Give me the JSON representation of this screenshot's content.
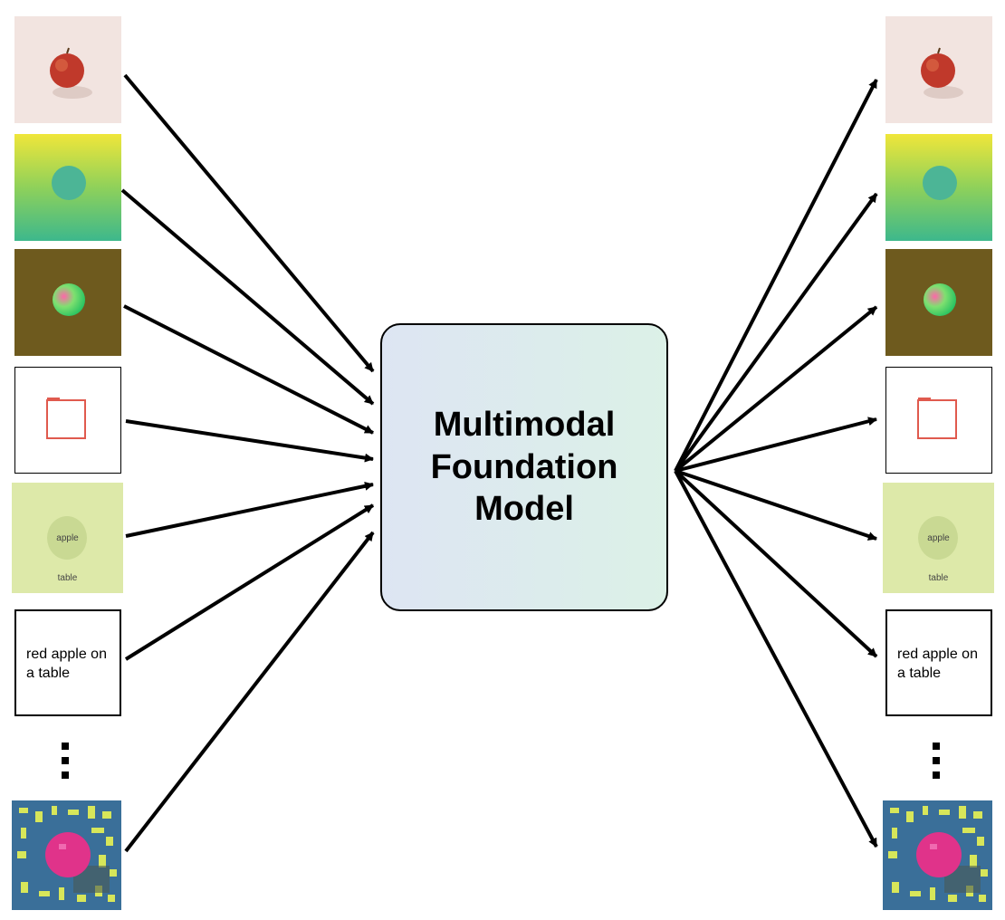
{
  "center": {
    "title": "Multimodal Foundation Model"
  },
  "tiles": {
    "semseg": {
      "object": "apple",
      "background": "table"
    },
    "caption": {
      "text": "red apple on a table"
    }
  },
  "colors": {
    "arrow": "#000000",
    "rgb_bg": "#f2e4e0",
    "apple_red": "#c0392b",
    "depth_top": "#f0e63a",
    "depth_bottom": "#3db88c",
    "normals_bg": "#6e5a1e",
    "bbox_stroke": "#e05a4e",
    "semseg_bg": "#dde9a9",
    "semseg_object": "#c9d993",
    "token_bg": "#3a6f99",
    "token_blob": "#e0338a",
    "token_cells": "#d7e65a"
  },
  "icons": {
    "more": "vertical-ellipsis-icon"
  }
}
